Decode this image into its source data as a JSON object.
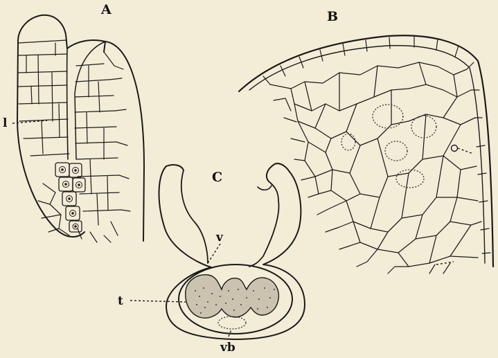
{
  "figure": {
    "panel_labels": {
      "a": "A",
      "b": "B",
      "c": "C"
    },
    "annotations": {
      "l": "l",
      "o": "o",
      "v": "v",
      "t": "t",
      "vb": "vb"
    }
  }
}
